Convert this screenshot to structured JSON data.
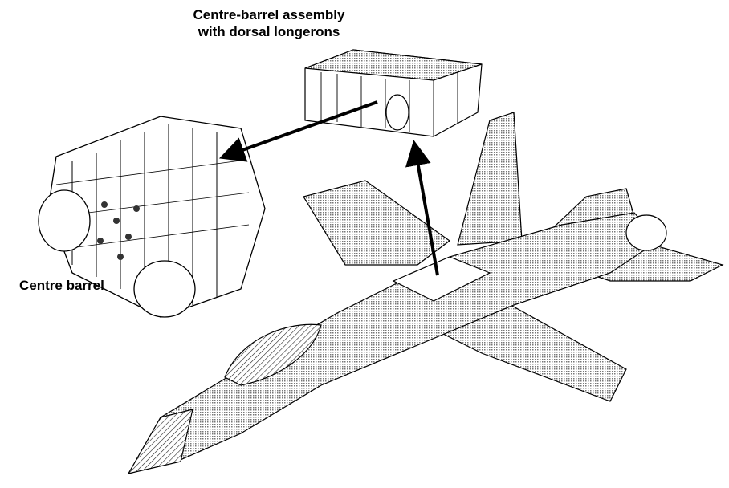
{
  "labels": {
    "assembly_line1": "Centre-barrel assembly",
    "assembly_line2": "with dorsal longerons",
    "centre_barrel": "Centre barrel"
  },
  "colors": {
    "ink": "#000000",
    "shade": "#9a9a9a",
    "background": "#ffffff"
  }
}
